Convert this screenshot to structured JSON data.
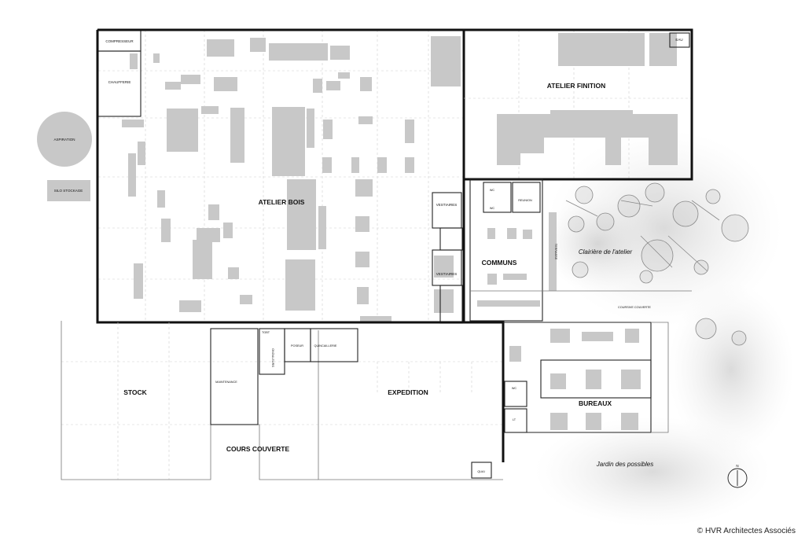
{
  "labels": {
    "atelier_bois": "ATELIER BOIS",
    "atelier_finition": "ATELIER FINITION",
    "stock": "STOCK",
    "expedition": "EXPEDITION",
    "cours_couverte": "COURS COUVERTE",
    "communs": "COMMUNS",
    "bureaux": "BUREAUX",
    "compresseur": "COMPRESSEUR",
    "chaufferie": "CHAUFFERIE",
    "aspiration": "ASPIRATION",
    "silo_stockage": "SILO STOCKAGE",
    "eau": "EAU",
    "vestiaires_1": "VESTIAIRES",
    "vestiaires_2": "VESTIAIRES",
    "wc_1": "WC",
    "wc_2": "WC",
    "wc_3": "WC",
    "reunion": "REUNION",
    "maintenance": "MAINTENANCE",
    "poseur": "POSEUR",
    "quincaillerie": "QUINCAILLERIE",
    "tgbt": "TGBT",
    "onduleurs": "ONDULEURS",
    "quai": "QUAI",
    "lt": "LT",
    "coursive_couverte": "COURSIVE COUVERTE",
    "terrasse": "TERRASSE",
    "clairiere": "Clairière de l'atelier",
    "jardin": "Jardin des possibles",
    "north": "N",
    "copyright": "© HVR Architectes Associés"
  },
  "colors": {
    "wall": "#111111",
    "equipment": "#c8c8c8",
    "grid": "#cfcfcf",
    "vegetation": "#d9d9d9",
    "background": "#ffffff"
  }
}
